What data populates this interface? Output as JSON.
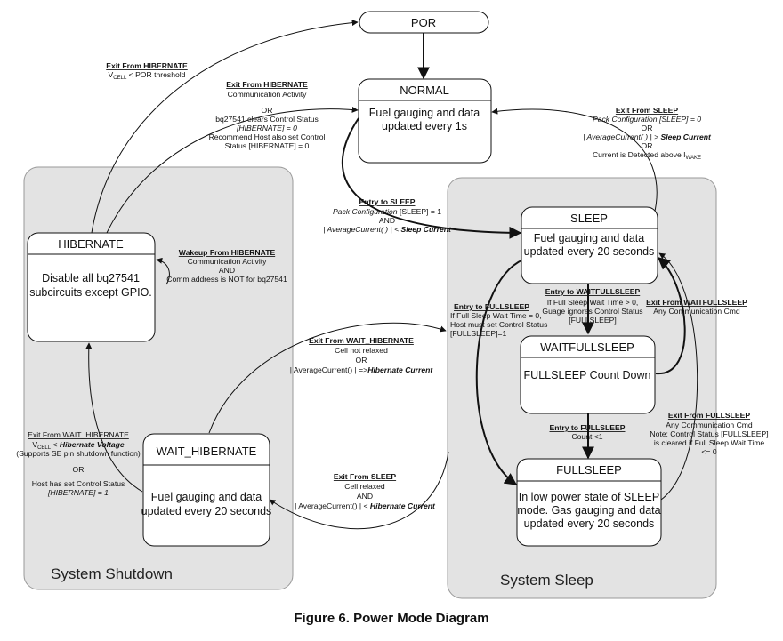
{
  "regions": {
    "shutdown": "System Shutdown",
    "sleep": "System Sleep"
  },
  "states": {
    "por": {
      "title": "POR"
    },
    "normal": {
      "title": "NORMAL",
      "body": [
        "Fuel gauging and data",
        "updated every 1s"
      ]
    },
    "hibernate": {
      "title": "HIBERNATE",
      "body": [
        "Disable all bq27541",
        "subcircuits except GPIO."
      ]
    },
    "wait_hibernate": {
      "title": "WAIT_HIBERNATE",
      "body": [
        "Fuel gauging and data",
        "updated every 20 seconds"
      ]
    },
    "sleep": {
      "title": "SLEEP",
      "body": [
        "Fuel gauging and data",
        "updated every 20 seconds"
      ]
    },
    "waitfullsleep": {
      "title": "WAITFULLSLEEP",
      "body": [
        "FULLSLEEP Count Down"
      ]
    },
    "fullsleep": {
      "title": "FULLSLEEP",
      "body": [
        "In low power state of SLEEP",
        "mode. Gas gauging and data",
        "updated every 20 seconds"
      ]
    }
  },
  "transitions": {
    "exit_hib_por": {
      "title": "Exit From  HIBERNATE",
      "line1_pre": "V",
      "line1_sub": "CELL",
      "line1_post": " < POR threshold"
    },
    "exit_hib_normal": {
      "title": "Exit From  HIBERNATE",
      "lines": [
        "Communication Activity",
        "",
        "OR",
        "bq27541 clears Control Status",
        "[HIBERNATE] = 0",
        "Recommend Host also set Control",
        "Status [HIBERNATE] = 0"
      ]
    },
    "exit_sleep_normal": {
      "title": "Exit From SLEEP",
      "line1": "Pack Configuration [SLEEP] = 0",
      "line2": "OR",
      "line3_pre": "| AverageCurrent( ) | > ",
      "line3_bold": "Sleep Current",
      "line4": "OR",
      "line5_pre": "Current is Detected above I",
      "line5_sub": "WAKE"
    },
    "entry_sleep": {
      "title": "Entry to SLEEP",
      "line1_it": "Pack Configuration",
      "line1_post": " [SLEEP] = 1",
      "line2": "AND",
      "line3_pre": "| AverageCurrent( ) | < ",
      "line3_bold": "Sleep Current"
    },
    "wakeup_hib": {
      "title": "Wakeup From  HIBERNATE",
      "lines": [
        "Communication Activity",
        "AND",
        "Comm address is NOT for bq27541"
      ]
    },
    "entry_waitfullsleep": {
      "title": "Entry to WAITFULLSLEEP",
      "lines": [
        "If Full Sleep Wait Time > 0,",
        "Guage ignores Control Status",
        "[FULLSLEEP]"
      ]
    },
    "exit_waitfullsleep": {
      "title": "Exit From WAITFULLSLEEP",
      "lines": [
        "Any Communication Cmd"
      ]
    },
    "entry_fullsleep_direct": {
      "title": "Entry to FULLSLEEP",
      "lines": [
        "If Full Sleep Wait Time = 0,",
        "Host must set Control Status",
        "[FULLSLEEP]=1"
      ]
    },
    "exit_wait_hib": {
      "title": "Exit From  WAIT_HIBERNATE",
      "line1": "Cell not relaxed",
      "line2": "OR",
      "line3_pre": "| AverageCurrent() | =>",
      "line3_bold": "Hibernate Current"
    },
    "entry_fullsleep_count": {
      "title": "Entry to FULLSLEEP",
      "lines": [
        "Count <1"
      ]
    },
    "exit_fullsleep": {
      "title": "Exit From FULLSLEEP",
      "lines": [
        "Any Communication Cmd",
        "Note: Control Status [FULLSLEEP]",
        "is cleared if Full Sleep Wait Time",
        "<= 0"
      ]
    },
    "exit_wait_hib_to_hib": {
      "title": "Exit From WAIT_HIBERNATE",
      "line1_pre": "V",
      "line1_sub": "CELL",
      "line1_mid": " < ",
      "line1_bold": "Hibernate Voltage",
      "line2": "(Supports SE pin shutdown function)",
      "line3": "OR",
      "line4": "Host has set Control Status",
      "line5": "[HIBERNATE] = 1"
    },
    "exit_sleep_wait_hib": {
      "title": "Exit From SLEEP",
      "line1": "Cell relaxed",
      "line2": "AND",
      "line3_pre": "| AverageCurrent() | < ",
      "line3_bold": "Hibernate Current"
    }
  },
  "caption": "Figure 6.  Power Mode Diagram"
}
